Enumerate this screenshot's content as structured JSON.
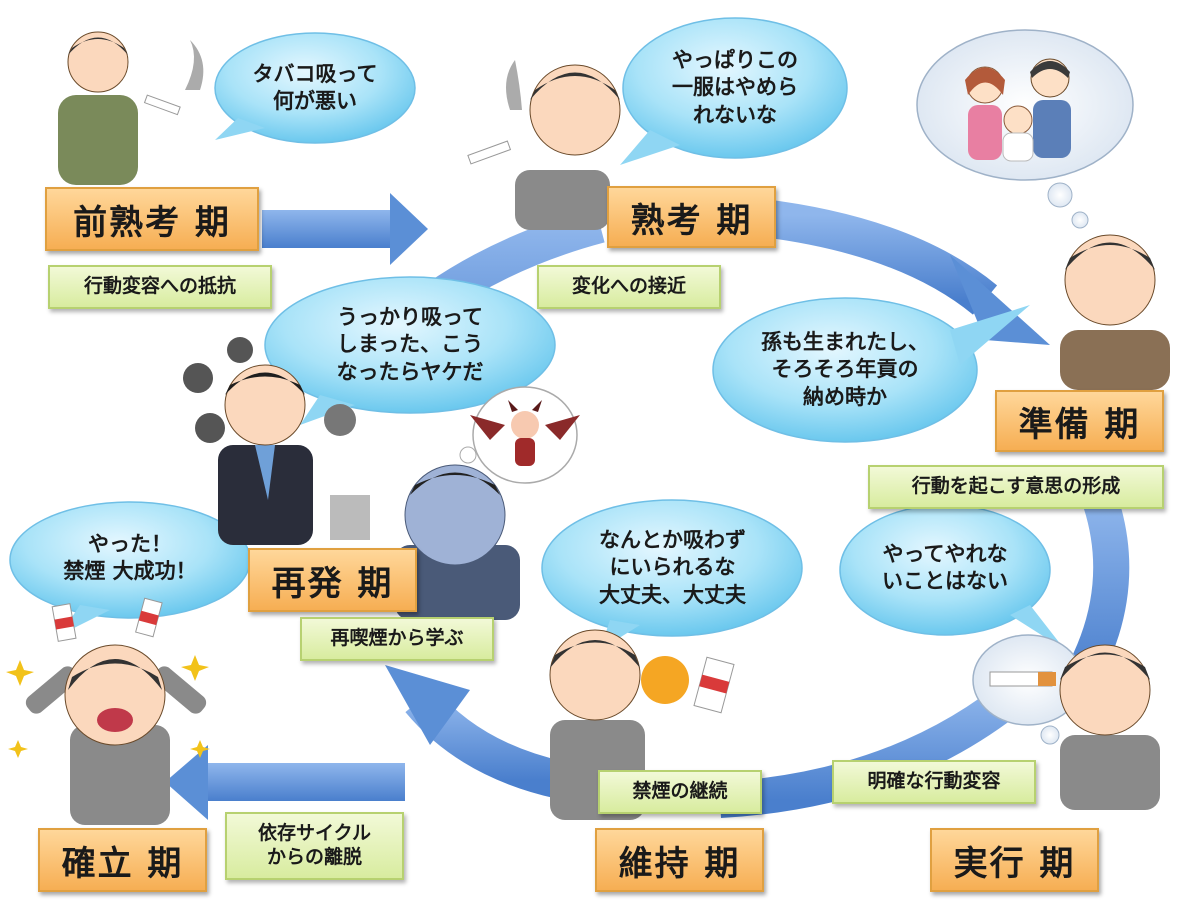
{
  "stages": {
    "precontemplation": {
      "label": "前熟考 期",
      "note": "行動変容への抵抗",
      "speech": [
        "タバコ吸って",
        "何が悪い"
      ]
    },
    "contemplation": {
      "label": "熟考 期",
      "note": "変化への接近",
      "speech": [
        "やっぱりこの",
        "一服はやめら",
        "れないな"
      ]
    },
    "preparation": {
      "label": "準備 期",
      "note": "行動を起こす意思の形成",
      "speech": [
        "孫も生まれたし、",
        "そろそろ年貢の",
        "納め時か"
      ]
    },
    "action": {
      "label": "実行 期",
      "note": "明確な行動変容",
      "speech": [
        "やってやれな",
        "いことはない"
      ]
    },
    "maintenance": {
      "label": "維持 期",
      "note": "禁煙の継続",
      "speech": [
        "なんとか吸わず",
        "にいられるな",
        "大丈夫、大丈夫"
      ]
    },
    "relapse": {
      "label": "再発 期",
      "note": "再喫煙から学ぶ",
      "speech": [
        "うっかり吸って",
        "しまった、こう",
        "なったらヤケだ"
      ]
    },
    "termination": {
      "label": "確立 期",
      "note": [
        "依存サイクル",
        "からの離脱"
      ],
      "speech": [
        "やった！",
        "禁煙 大成功！"
      ]
    }
  },
  "colors": {
    "stage_box": "#f6ae53",
    "note_box": "#d8ec9f",
    "speech_bubble": "#7fd3f1",
    "arrow": "#5b8fd6",
    "thought_cloud": "#dbe6f2"
  },
  "icons": [
    "smoker-man-icon",
    "cigarette-icon",
    "family-icon",
    "devil-icon",
    "flying-cigarette-icon",
    "sparkle-icon"
  ]
}
